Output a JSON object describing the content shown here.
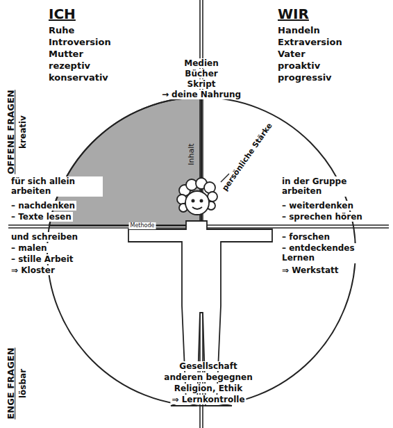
{
  "diagram": {
    "labels": [
      "ICH",
      "Ruhe",
      "Introversion",
      "Mutter",
      "rezeptiv",
      "konservativ",
      "WIR",
      "Handeln",
      "Extraversion",
      "Vater",
      "proaktiv",
      "progressiv",
      "OFFENE FRAGEN",
      "kreativ",
      "Medien",
      "Bücher",
      "Skript",
      "→ deine Nahrung",
      "Inhalt",
      "persönliche Stärke",
      "für sich allein arbeiten",
      "– nachdenken",
      "– Texte lesen",
      "und schreiben",
      "– malen",
      "– stille Arbeit",
      "⇒ Kloster",
      "Methode",
      "in der Gruppe arbeiten",
      "– weiterdenken",
      "– sprechen hören",
      "– forschen",
      "– entdeckendes Lernen",
      "⇒ Werkstatt",
      "ENGE FRAGEN",
      "lösbar",
      "Gesellschaft",
      "anderen begegnen",
      "Religion, Ethik",
      "⇒ Lernkontrolle"
    ]
  }
}
